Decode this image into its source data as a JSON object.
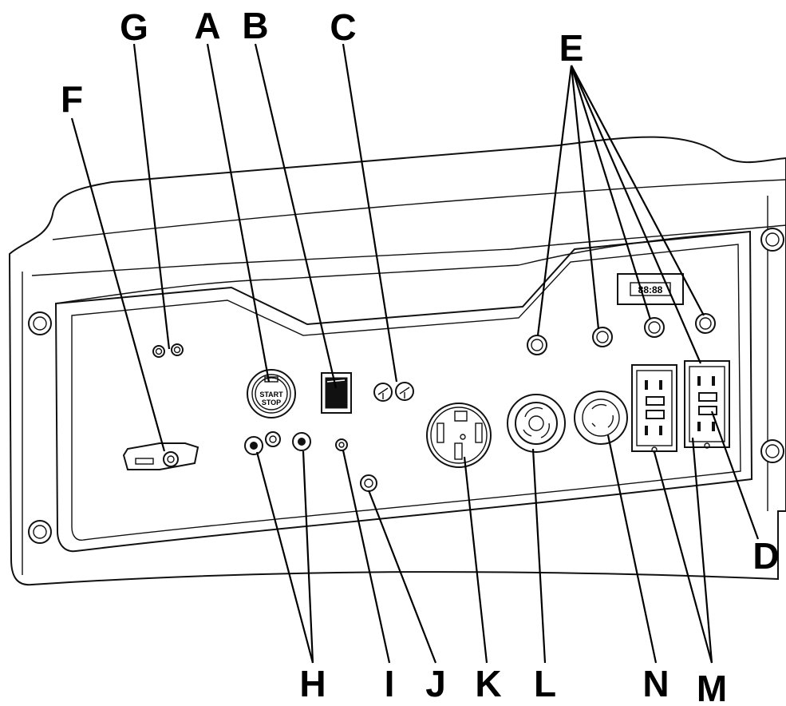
{
  "callouts": {
    "A": "A",
    "B": "B",
    "C": "C",
    "D": "D",
    "E": "E",
    "F": "F",
    "G": "G",
    "H": "H",
    "I": "I",
    "J": "J",
    "K": "K",
    "L": "L",
    "M": "M",
    "N": "N"
  },
  "start_button": {
    "line1": "START",
    "line2": "STOP"
  },
  "hour_meter": {
    "display": "88:88"
  }
}
